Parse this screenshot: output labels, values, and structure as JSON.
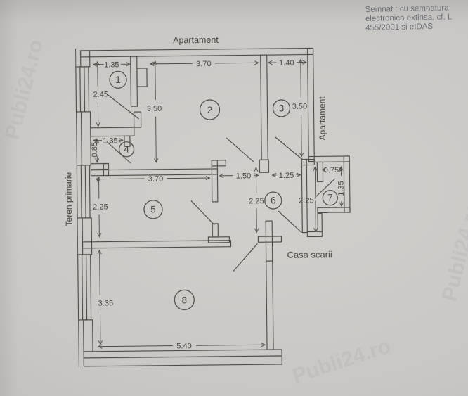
{
  "document": {
    "signature": [
      "Semnat : cu semnatura",
      "electronica extinsa, cf. L",
      "455/2001 si eIDAS"
    ],
    "watermark": "Publi24.ro"
  },
  "labels": {
    "apartment_top": "Apartament",
    "apartment_right": "Apartament",
    "terrain_left": "Teren primarie",
    "staircase": "Casa scarii"
  },
  "rooms": {
    "r1": "1",
    "r2": "2",
    "r3": "3",
    "r4": "4",
    "r5": "5",
    "r6": "6",
    "r7": "7",
    "r8": "8"
  },
  "dims": {
    "r1_w": "1.35",
    "r1_h": "2.45",
    "r2_w": "3.70",
    "r2_h": "3.50",
    "r3_w": "1.40",
    "r3_h": "3.50",
    "r4_w": "1.35",
    "r4_h": "0.85",
    "r5_w": "3.70",
    "r5_h": "2.25",
    "hall1_w": "1.50",
    "hall2_w": "1.25",
    "r6_h": "2.25",
    "hall2_h": "2.25",
    "r7_w": "0.75",
    "r7_h": "1.35",
    "r8_w": "5.40",
    "r8_h": "3.35"
  },
  "colors": {
    "paper": "#c9c7c5",
    "ink": "#4d4a44",
    "signature_text": "#6e7278"
  }
}
